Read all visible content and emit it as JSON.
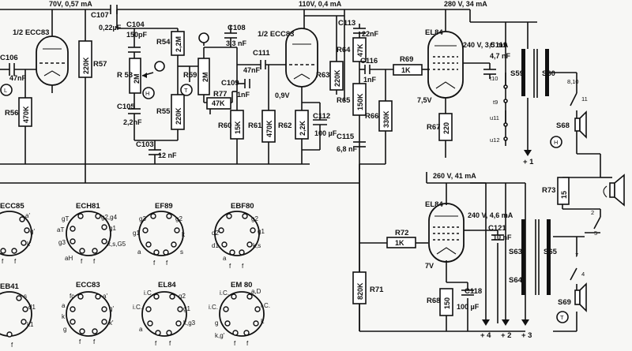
{
  "supply": {
    "v1": "70V, 0,57 mA",
    "v2": "110V, 0,4 mA",
    "v3": "280 V, 34 mA",
    "v4": "240 V, 3,5 mA",
    "v5": "260 V, 41 mA",
    "v6": "240 V, 4,6 mA"
  },
  "tubes": {
    "left": "1/2 ECC83",
    "mid": "1/2 ECC83",
    "el_top": "EL84",
    "el_bot": "EL84"
  },
  "components": {
    "C106": "C106",
    "C106v": "47nF",
    "C107": "C107",
    "C107v": "0,22µF",
    "C104": "C104",
    "C104v": "150pF",
    "C105": "C105",
    "C105v": "2,2nF",
    "C103": "C103",
    "C103v": "12 nF",
    "C108": "C108",
    "C108v": "3,3 nF",
    "C109": "C109",
    "C109v": "1nF",
    "C111": "C111",
    "C111v": "47nF",
    "C112": "C112",
    "C112v": "100 µF",
    "C113": "C113",
    "C113v": "22nF",
    "C115": "C115",
    "C115v": "6,8 nF",
    "C116": "C116",
    "C116v": "1nF",
    "C119": "C119",
    "C119v": "4,7 nF",
    "C121": "C121",
    "C121v": "10 nF",
    "C118": "C118",
    "C118v": "100 µF",
    "R57": "R57",
    "R57v": "220K",
    "R56": "R56",
    "R56v": "470K",
    "R53": "R 53",
    "R53v": "2M",
    "R54": "R54",
    "R54v": "2,2M",
    "R55": "R55",
    "R55v": "220K",
    "R59": "R59",
    "R59v": "2M",
    "R77": "R77",
    "R77v": "47K",
    "R60": "R60",
    "R60v": "15K",
    "R61": "R61",
    "R61v": "470K",
    "R62": "R62",
    "R62v": "2,2K",
    "R63": "R63",
    "R63v": "220K",
    "R64": "R64",
    "R64v": "47K",
    "R65": "R65",
    "R65v": "150K",
    "R66": "R66",
    "R66v": "330K",
    "R69": "R69",
    "R69v": "1K",
    "R67": "R67",
    "R67v": "220",
    "R72": "R72",
    "R72v": "1K",
    "R71": "R71",
    "R71v": "820K",
    "R68": "R68",
    "R68v": "150",
    "R73": "R73",
    "R73v": "15"
  },
  "cathode": {
    "v09": "0,9V",
    "v75": "7,5V",
    "v7": "7V"
  },
  "transformer": {
    "S59": "S59",
    "S60": "S60",
    "S63": "S63",
    "S64": "S64",
    "S65": "S65",
    "S68": "S68",
    "S69": "S69"
  },
  "switches": [
    "t10",
    "t9",
    "u11",
    "u12",
    "8,10",
    "11",
    "7",
    "4",
    "2",
    "5"
  ],
  "markers": {
    "H": "H",
    "T": "T",
    "L": "L"
  },
  "outputs": [
    "+ 1",
    "+ 4",
    "+ 2",
    "+ 3"
  ],
  "pinouts": [
    {
      "name": "ECC85",
      "pins": [
        "a'",
        "g'",
        "k'",
        "f",
        "f"
      ]
    },
    {
      "name": "ECH81",
      "pins": [
        "gT",
        "g2,g4",
        "aT",
        "g3",
        "g1",
        "k,s,G5",
        "aH",
        "f",
        "f"
      ]
    },
    {
      "name": "EF89",
      "pins": [
        "g3",
        "g2",
        "g1",
        "k",
        "a",
        "s",
        "f",
        "f"
      ]
    },
    {
      "name": "EBF80",
      "pins": [
        "d2",
        "g2",
        "d1",
        "g1",
        "k,s",
        "a",
        "f",
        "f"
      ]
    },
    {
      "name": "EB41",
      "pins": [
        "s",
        "d1",
        "k1",
        "f"
      ]
    },
    {
      "name": "ECC83",
      "pins": [
        "fc",
        "a'",
        "a",
        "g'",
        "k",
        "k'",
        "g",
        "f",
        "f"
      ]
    },
    {
      "name": "EL84",
      "pins": [
        "i.C.",
        "g2",
        "i.C.",
        "k,g3",
        "a",
        "g1",
        "f",
        "f"
      ]
    },
    {
      "name": "EM 80",
      "pins": [
        "i.C.",
        "a,D",
        "i.C.",
        "i.C.",
        "g",
        "L",
        "k,g'",
        "f",
        "f"
      ]
    }
  ]
}
